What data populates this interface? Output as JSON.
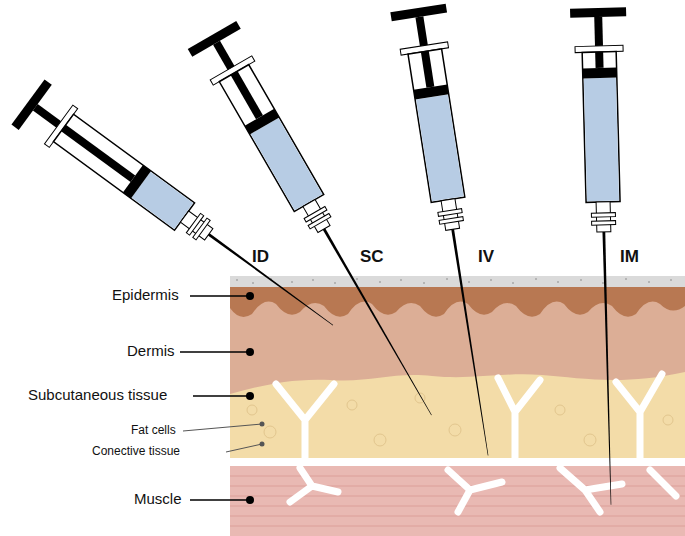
{
  "diagram": {
    "labels": [
      "ID",
      "SC",
      "IV",
      "IM",
      "Epidermis",
      "Dermis",
      "Subcutaneous tissue",
      "Fat cells",
      "Conective tissue",
      "Muscle"
    ]
  }
}
